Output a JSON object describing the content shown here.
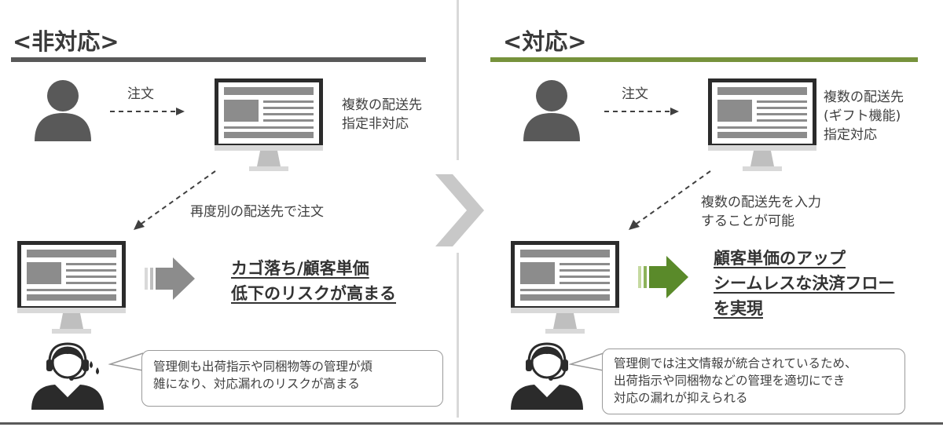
{
  "left": {
    "heading": "<非対応>",
    "order_label": "注文",
    "site_label": [
      "複数の配送先",
      "指定非対応"
    ],
    "reorder_label": "再度別の配送先で注文",
    "result": [
      "カゴ落ち/顧客単価",
      "低下のリスクが高まる"
    ],
    "bubble": [
      "管理側も出荷指示や同梱物等の管理が煩",
      "雑になり、対応漏れのリスクが高まる"
    ]
  },
  "right": {
    "heading": "<対応>",
    "order_label": "注文",
    "site_label": [
      "複数の配送先",
      "(ギフト機能)",
      "指定対応"
    ],
    "input_label": [
      "複数の配送先を入力",
      "することが可能"
    ],
    "result": [
      "顧客単価のアップ",
      "シームレスな決済フロー",
      "を実現"
    ],
    "bubble": [
      "管理側では注文情報が統合されているため、",
      "出荷指示や同梱物などの管理を適切にでき",
      "対応の漏れが抑えられる"
    ]
  },
  "colors": {
    "left_rule": "#595959",
    "right_rule": "#76923c",
    "left_arrow": "#8c8c8c",
    "right_arrow": "#5a8a2a",
    "icon_dark": "#595959",
    "chevron": "#c8c8c8"
  }
}
